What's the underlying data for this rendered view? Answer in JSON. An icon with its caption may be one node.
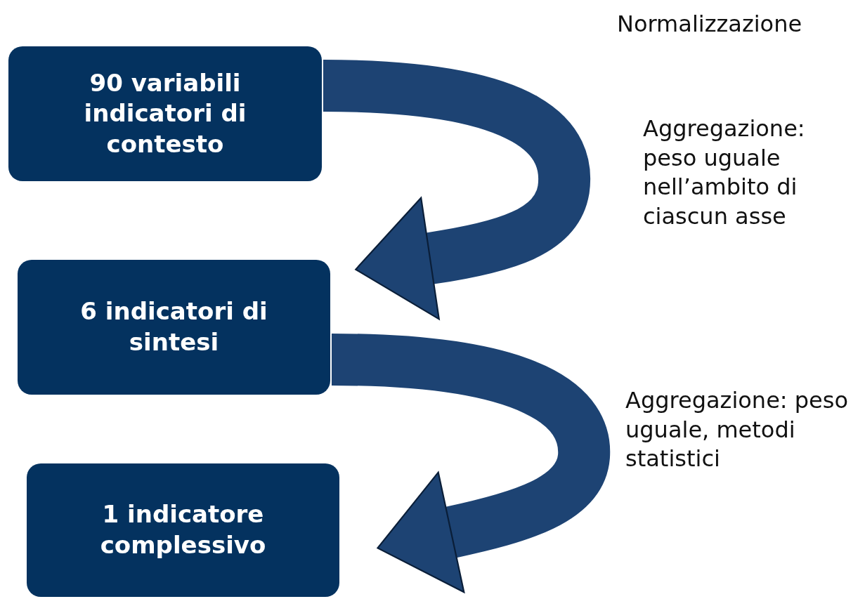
{
  "diagram": {
    "nodes": [
      {
        "text": [
          "90 variabili indicatori di contesto"
        ]
      },
      {
        "text": [
          "6 indicatori di sintesi"
        ]
      },
      {
        "text": [
          "1 indicatore complessivo"
        ]
      }
    ],
    "edges": [
      {
        "from": 0,
        "to": 1,
        "arrow": "to"
      },
      {
        "from": 1,
        "to": 2,
        "arrow": "to"
      }
    ],
    "labels": [
      "Normalizzazione",
      "Aggregazione: peso uguale nell’ambito di ciascun asse",
      "Aggregazione: peso uguale, metodi statistici"
    ]
  }
}
